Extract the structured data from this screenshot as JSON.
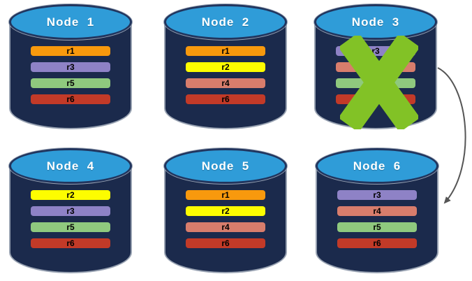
{
  "diagram": {
    "description_title": "",
    "colors": {
      "background": "#FFFFFF",
      "cylinder_body": "#1B2A4C",
      "cylinder_top": "#2F9CD8",
      "cylinder_outline": "#97A1B1",
      "title_text": "#FFFFFF",
      "bar_text": "#000000",
      "failure_x": "#82C226",
      "arrow": "#555555",
      "replica_r1": "#F8990D",
      "replica_r2": "#FDFD00",
      "replica_r3": "#8E82C6",
      "replica_r4": "#D87D6C",
      "replica_r5": "#8FC97E",
      "replica_r6": "#C23A28"
    },
    "nodes": [
      {
        "title": "Node  1",
        "failed": false,
        "bars": [
          {
            "label": "r1",
            "color": "#F8990D"
          },
          {
            "label": "r3",
            "color": "#8E82C6"
          },
          {
            "label": "r5",
            "color": "#8FC97E"
          },
          {
            "label": "r6",
            "color": "#C23A28"
          }
        ]
      },
      {
        "title": "Node  2",
        "failed": false,
        "bars": [
          {
            "label": "r1",
            "color": "#F8990D"
          },
          {
            "label": "r2",
            "color": "#FDFD00"
          },
          {
            "label": "r4",
            "color": "#D87D6C"
          },
          {
            "label": "r6",
            "color": "#C23A28"
          }
        ]
      },
      {
        "title": "Node  3",
        "failed": true,
        "bars": [
          {
            "label": "r3",
            "color": "#8E82C6"
          },
          {
            "label": "",
            "color": "#D87D6C"
          },
          {
            "label": "",
            "color": "#8FC97E"
          },
          {
            "label": "",
            "color": "#C23A28"
          }
        ]
      },
      {
        "title": "Node  4",
        "failed": false,
        "bars": [
          {
            "label": "r2",
            "color": "#FDFD00"
          },
          {
            "label": "r3",
            "color": "#8E82C6"
          },
          {
            "label": "r5",
            "color": "#8FC97E"
          },
          {
            "label": "r6",
            "color": "#C23A28"
          }
        ]
      },
      {
        "title": "Node  5",
        "failed": false,
        "bars": [
          {
            "label": "r1",
            "color": "#F8990D"
          },
          {
            "label": "r2",
            "color": "#FDFD00"
          },
          {
            "label": "r4",
            "color": "#D87D6C"
          },
          {
            "label": "r6",
            "color": "#C23A28"
          }
        ]
      },
      {
        "title": "Node  6",
        "failed": false,
        "bars": [
          {
            "label": "r3",
            "color": "#8E82C6"
          },
          {
            "label": "r4",
            "color": "#D87D6C"
          },
          {
            "label": "r5",
            "color": "#8FC97E"
          },
          {
            "label": "r6",
            "color": "#C23A28"
          }
        ]
      }
    ],
    "arrow": {
      "from": "Node 3",
      "to": "Node 6"
    }
  }
}
